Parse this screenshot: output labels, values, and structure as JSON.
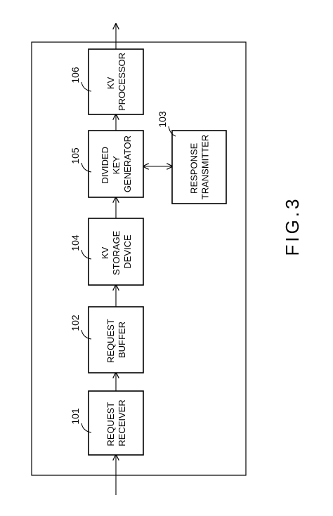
{
  "figure": {
    "caption": "FIG.3"
  },
  "blocks": [
    {
      "id": "request_receiver",
      "ref": "101",
      "lines": [
        "REQUEST",
        "RECEIVER"
      ]
    },
    {
      "id": "request_buffer",
      "ref": "102",
      "lines": [
        "REQUEST",
        "BUFFER"
      ]
    },
    {
      "id": "kv_storage",
      "ref": "104",
      "lines": [
        "KV",
        "STORAGE",
        "DEVICE"
      ]
    },
    {
      "id": "divided_key_generator",
      "ref": "105",
      "lines": [
        "DIVIDED",
        "KEY",
        "GENERATOR"
      ]
    },
    {
      "id": "kv_processor",
      "ref": "106",
      "lines": [
        "KV",
        "PROCESSOR"
      ]
    },
    {
      "id": "response_transmitter",
      "ref": "103",
      "lines": [
        "RESPONSE",
        "TRANSMITTER"
      ]
    }
  ],
  "connections": [
    {
      "from": "request_receiver",
      "to": "request_buffer",
      "type": "single"
    },
    {
      "from": "request_buffer",
      "to": "kv_storage",
      "type": "single"
    },
    {
      "from": "kv_storage",
      "to": "divided_key_generator",
      "type": "single"
    },
    {
      "from": "divided_key_generator",
      "to": "kv_processor",
      "type": "single"
    },
    {
      "from": "divided_key_generator",
      "to": "response_transmitter",
      "type": "bidirectional"
    }
  ]
}
